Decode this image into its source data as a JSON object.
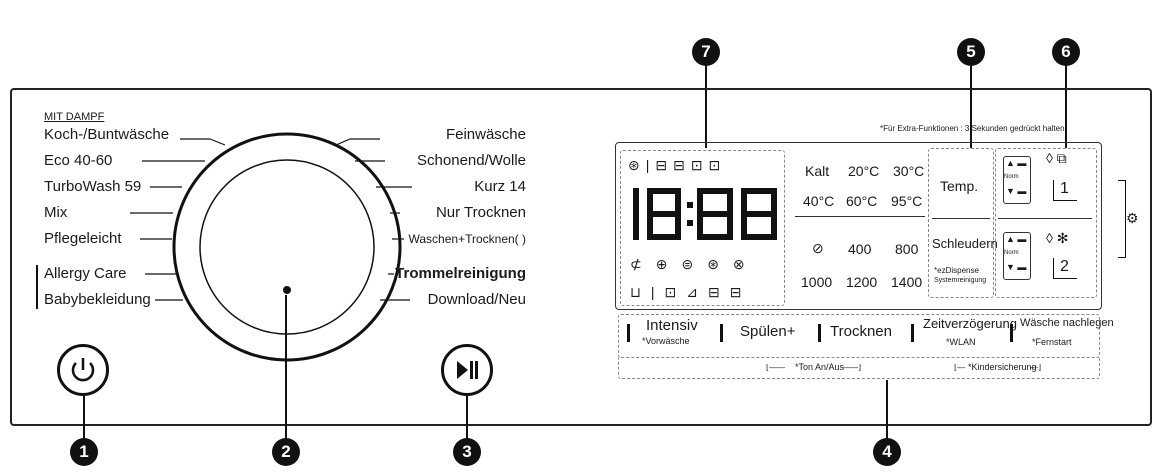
{
  "dial": {
    "steam_label": "MIT DAMPF",
    "left_programs": [
      "Koch-/Buntwäsche",
      "Eco 40-60",
      "TurboWash 59",
      "Mix",
      "Pflegeleicht",
      "Allergy Care",
      "Babybekleidung"
    ],
    "right_programs": [
      "Feinwäsche",
      "Schonend/Wolle",
      "Kurz 14",
      "Nur Trocknen",
      "Waschen+Trocknen(   )",
      "Trommelreinigung",
      "Download/Neu"
    ]
  },
  "display": {
    "digits": "18:88",
    "note": "*Für Extra-Funktionen : 3 Sekunden gedrückt halten",
    "temperature": {
      "values": [
        "Kalt",
        "20°C",
        "30°C",
        "40°C",
        "60°C",
        "95°C"
      ],
      "button": "Temp."
    },
    "spin": {
      "values": [
        "400",
        "800",
        "1000",
        "1200",
        "1400"
      ],
      "button": "Schleudern"
    },
    "ezdispense": {
      "line1": "*ezDispense",
      "line2": "Systemreinigung"
    },
    "norm_label": "Norm",
    "dispenser_1": "1",
    "dispenser_2": "2"
  },
  "option_buttons": [
    {
      "label": "Intensiv",
      "sub": "*Vorwäsche"
    },
    {
      "label": "Spülen+",
      "sub": ""
    },
    {
      "label": "Trocknen",
      "sub": ""
    },
    {
      "label": "Zeitverzögerung",
      "sub": "*WLAN"
    },
    {
      "label": "Wäsche nachlegen",
      "sub": "*Fernstart"
    }
  ],
  "bottom_notes": {
    "left": "*Ton An/Aus",
    "right": "*Kindersicherung"
  },
  "callouts": [
    "1",
    "2",
    "3",
    "4",
    "5",
    "6",
    "7"
  ],
  "colors": {
    "line": "#111111",
    "dashed": "#888888"
  }
}
